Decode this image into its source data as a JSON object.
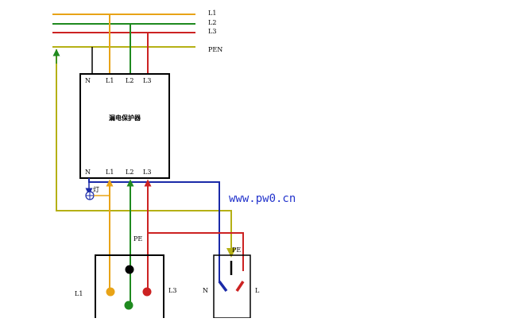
{
  "diagram": {
    "bus_labels": {
      "l1": "L1",
      "l2": "L2",
      "l3": "L3",
      "pen": "PEN"
    },
    "breaker": {
      "title": "漏电保护器",
      "top_terminals": [
        "N",
        "L1",
        "L2",
        "L3"
      ],
      "bottom_terminals": [
        "N",
        "L1",
        "L2",
        "L3"
      ]
    },
    "test_label": "灯",
    "three_phase_socket": {
      "pe": "PE",
      "left": "L1",
      "right": "L3"
    },
    "single_phase_socket": {
      "pe": "PE",
      "left": "N",
      "right": "L"
    },
    "watermark": "www.pw0.cn",
    "colors": {
      "l1": "#e8a317",
      "l2": "#1f8a1f",
      "l3": "#cc2222",
      "pen": "#b5b015",
      "neutral": "#1a2aa8",
      "black": "#000000"
    }
  }
}
